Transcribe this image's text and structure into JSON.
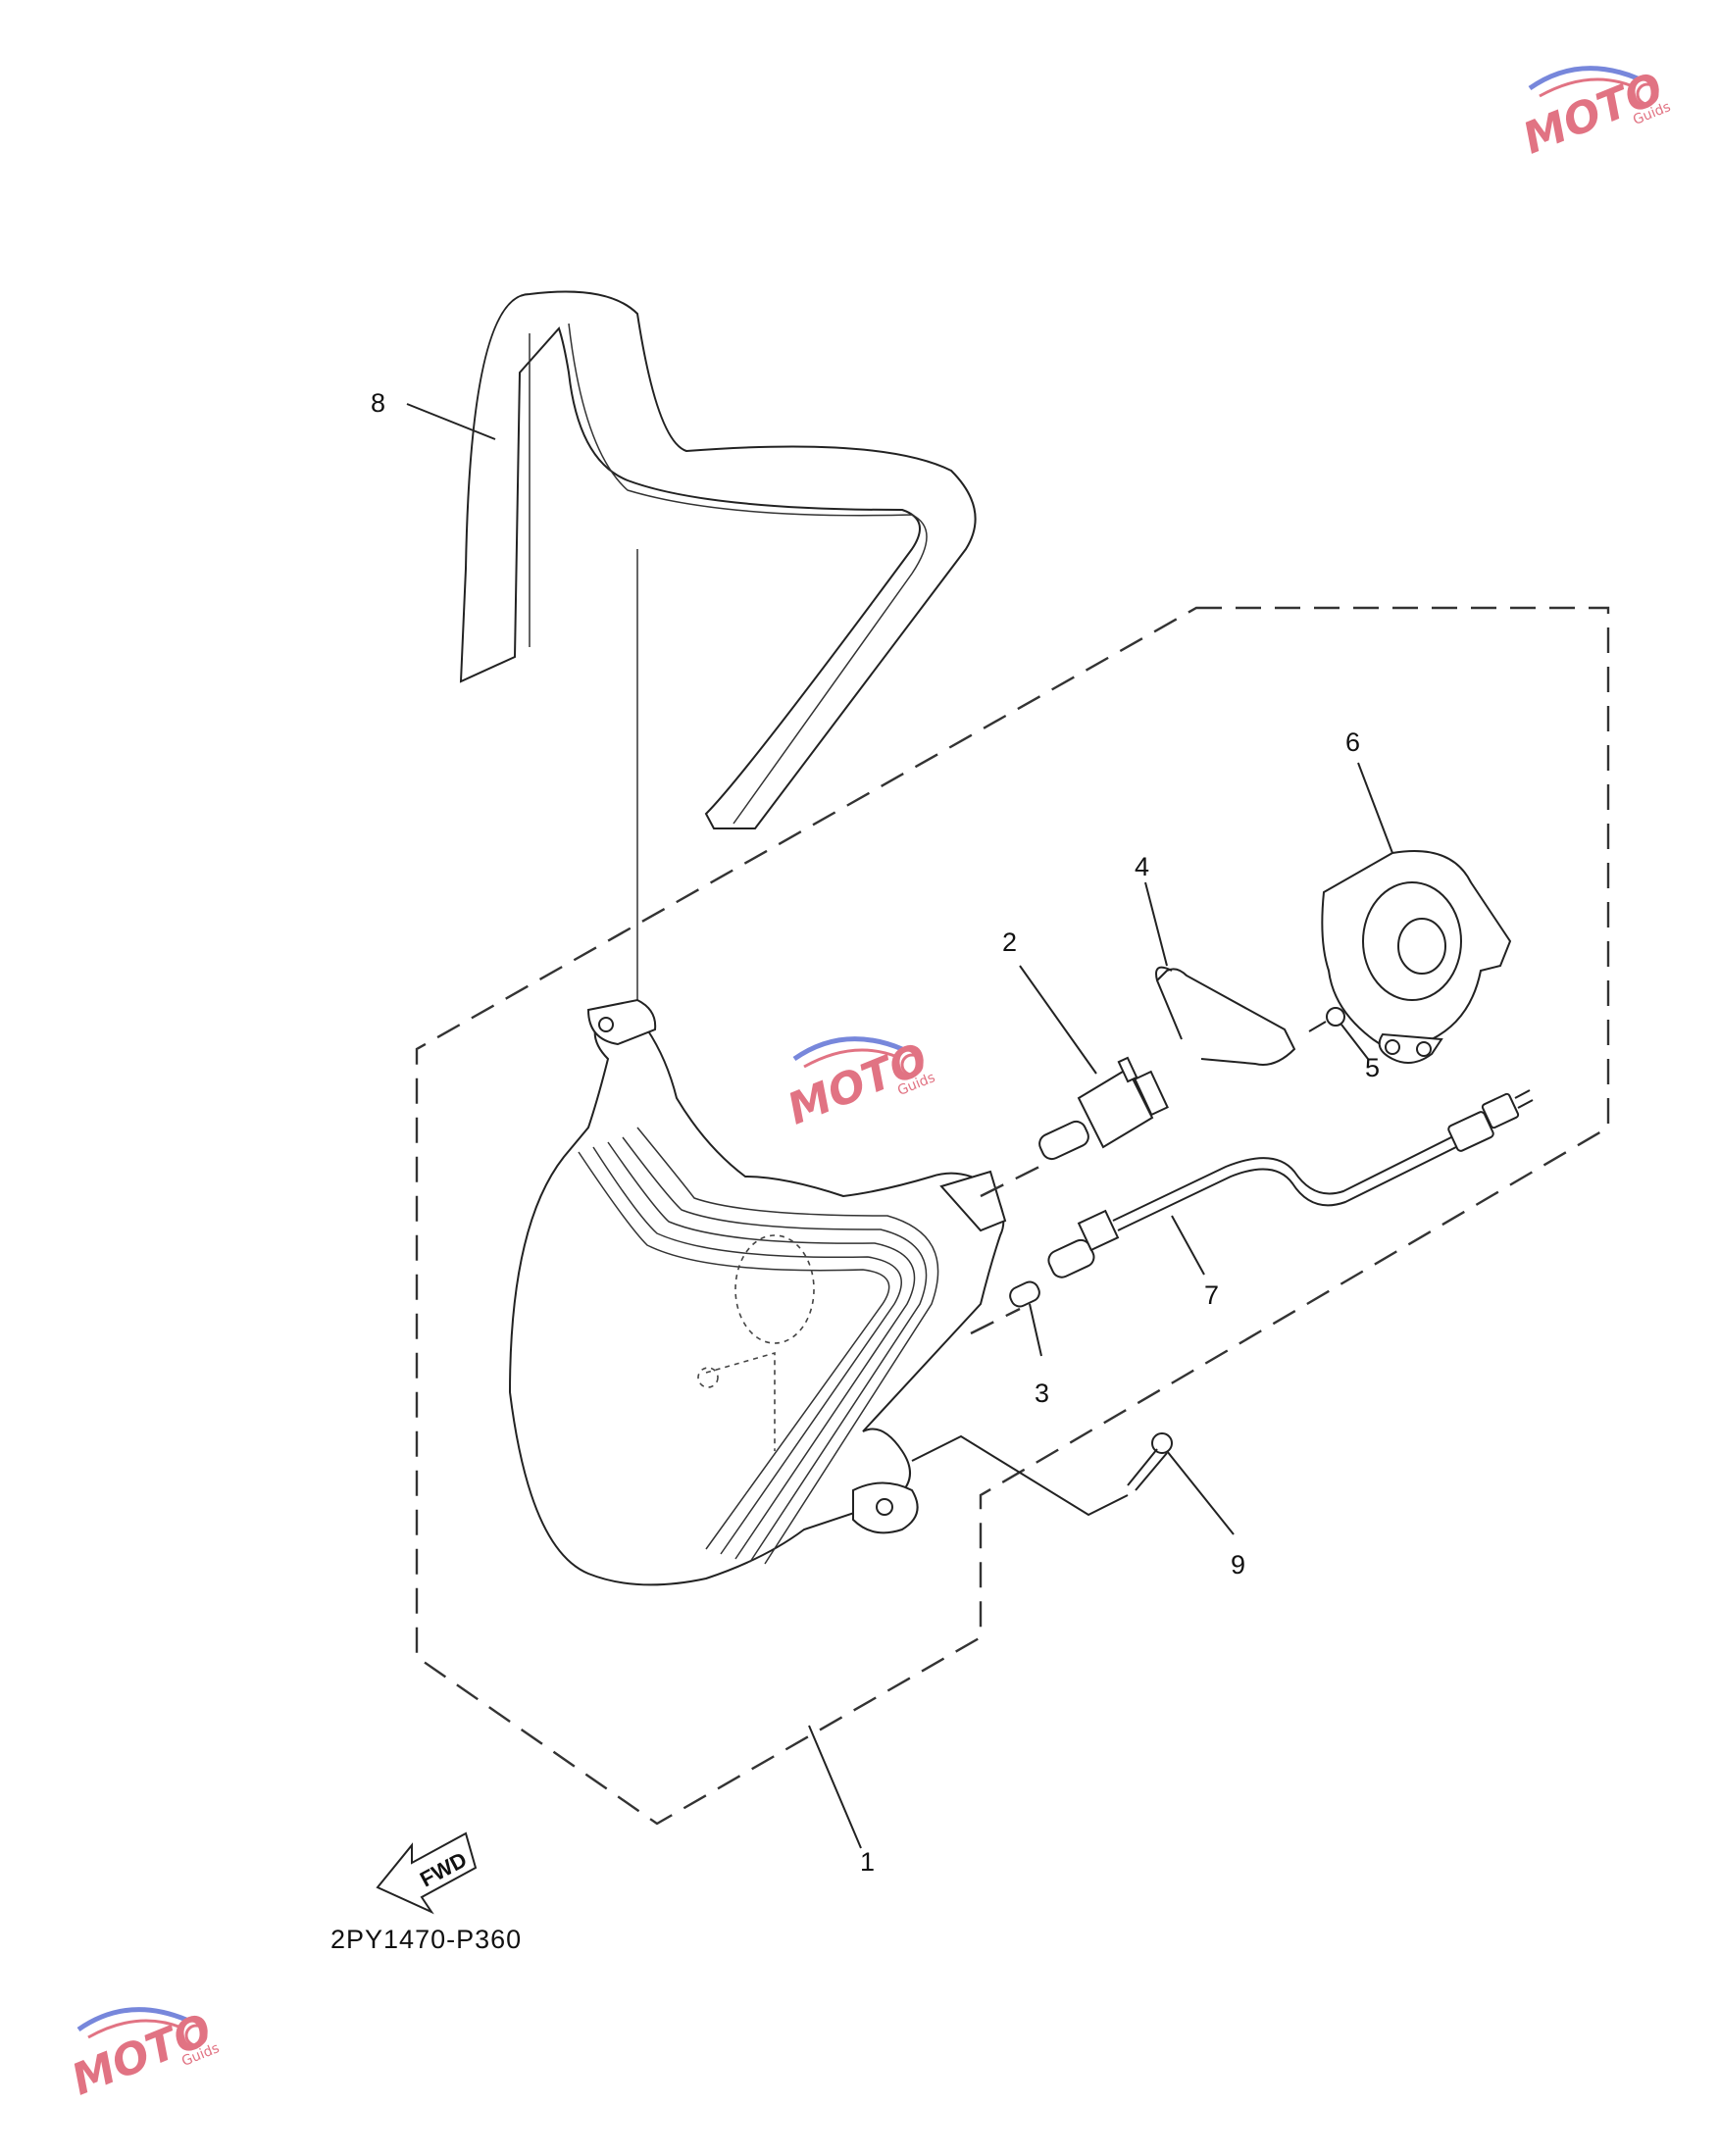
{
  "diagram": {
    "code": "2PY1470-P360",
    "fwd_label": "FWD",
    "callouts": [
      "1",
      "2",
      "3",
      "4",
      "5",
      "6",
      "7",
      "8",
      "9"
    ]
  },
  "watermark": {
    "text": "MOTO",
    "subtext": "Guids",
    "color": "#d8455a",
    "accent": "#4a5fd0"
  }
}
